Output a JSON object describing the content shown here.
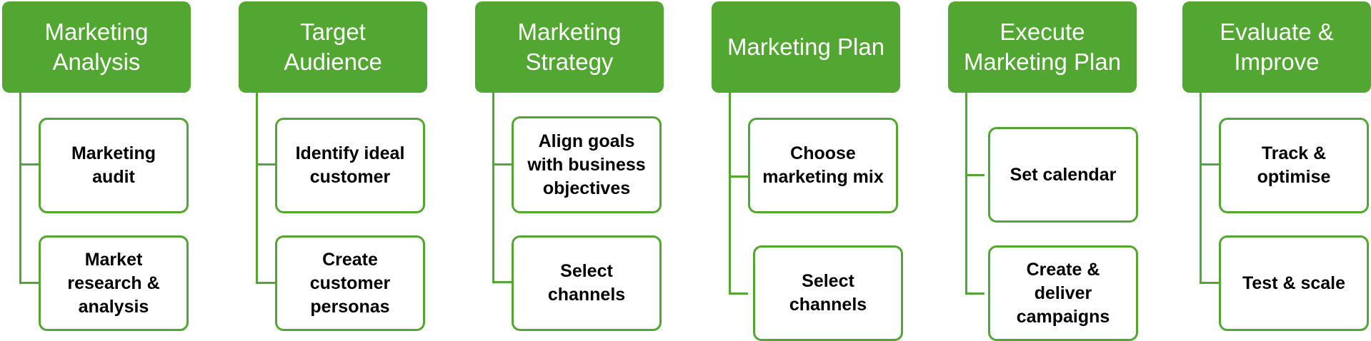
{
  "colors": {
    "accent": "#52a732",
    "card_border": "#52a732",
    "text": "#000000"
  },
  "columns": [
    {
      "title": "Marketing\nAnalysis",
      "steps": [
        "Marketing\naudit",
        "Market\nresearch &\nanalysis"
      ]
    },
    {
      "title": "Target\nAudience",
      "steps": [
        "Identify ideal\ncustomer",
        "Create\ncustomer\npersonas"
      ]
    },
    {
      "title": "Marketing\nStrategy",
      "steps": [
        "Align goals\nwith business\nobjectives",
        "Select\nchannels"
      ]
    },
    {
      "title": "Marketing Plan",
      "steps": [
        "Choose\nmarketing mix",
        "Select\nchannels"
      ]
    },
    {
      "title": "Execute\nMarketing Plan",
      "steps": [
        "Set calendar",
        "Create &\ndeliver\ncampaigns"
      ]
    },
    {
      "title": "Evaluate &\nImprove",
      "steps": [
        "Track &\noptimise",
        "Test & scale"
      ]
    }
  ]
}
